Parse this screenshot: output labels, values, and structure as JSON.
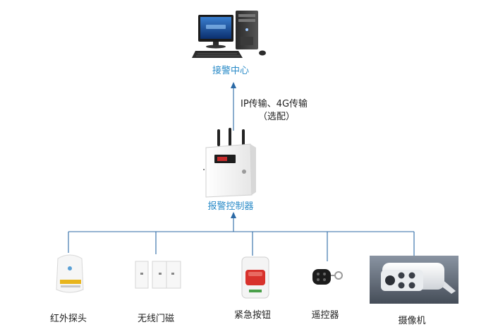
{
  "nodes": {
    "center": {
      "label": "接警中心",
      "icon": "desktop-computer-icon"
    },
    "controller": {
      "label": "报警控制器",
      "icon": "alarm-panel-icon"
    },
    "devices": [
      {
        "label": "红外探头",
        "icon": "pir-sensor-icon"
      },
      {
        "label": "无线门磁",
        "icon": "door-magnet-icon"
      },
      {
        "label": "紧急按钮",
        "icon": "panic-button-icon"
      },
      {
        "label": "遥控器",
        "icon": "remote-keyfob-icon"
      },
      {
        "label": "摄像机",
        "icon": "camera-icon"
      }
    ]
  },
  "link": {
    "line1": "IP传输、4G传输",
    "line2": "（选配）"
  },
  "colors": {
    "line": "#2c6aa6",
    "label_blue": "#2a8bc8",
    "label_dark": "#222222",
    "panel": "#f4f4f4",
    "button_red": "#d8322c"
  }
}
